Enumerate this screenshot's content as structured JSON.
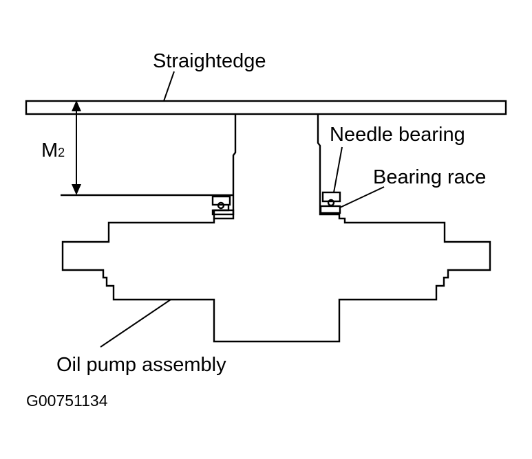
{
  "labels": {
    "straightedge": "Straightedge",
    "measurement": "M",
    "measurement_subscript": "2",
    "needle_bearing": "Needle bearing",
    "bearing_race": "Bearing race",
    "oil_pump_assembly": "Oil pump assembly",
    "figure_code": "G00751134"
  }
}
